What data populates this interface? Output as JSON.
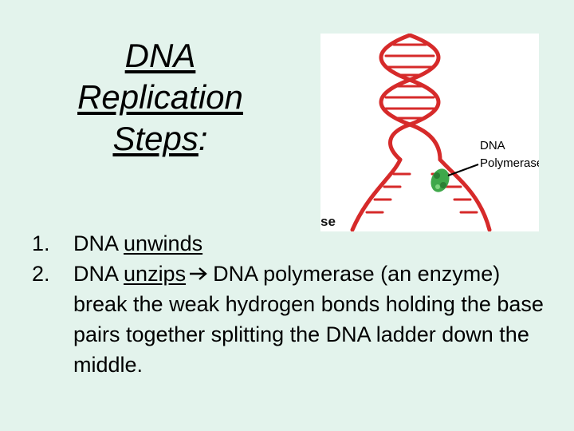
{
  "title": {
    "line1": "DNA",
    "line2": "Replication",
    "line3_word": "Steps",
    "line3_punct": ":"
  },
  "figure": {
    "label_line1": "DNA",
    "label_line2": "Polymerase",
    "cropped_fragment": "se",
    "colors": {
      "strand": "#d62a2a",
      "enzyme": "#3fa84a",
      "background": "#ffffff"
    }
  },
  "steps": [
    {
      "number": "1.",
      "prefix": "DNA ",
      "keyword": "unwinds",
      "rest": ""
    },
    {
      "number": "2.",
      "prefix": "DNA ",
      "keyword": "unzips",
      "arrow_icon": "right-arrow-icon",
      "rest": "DNA polymerase (an enzyme) break the weak hydrogen bonds holding the base pairs together splitting the DNA ladder down the middle."
    }
  ],
  "colors": {
    "background": "#e3f3ec",
    "text": "#000000"
  }
}
